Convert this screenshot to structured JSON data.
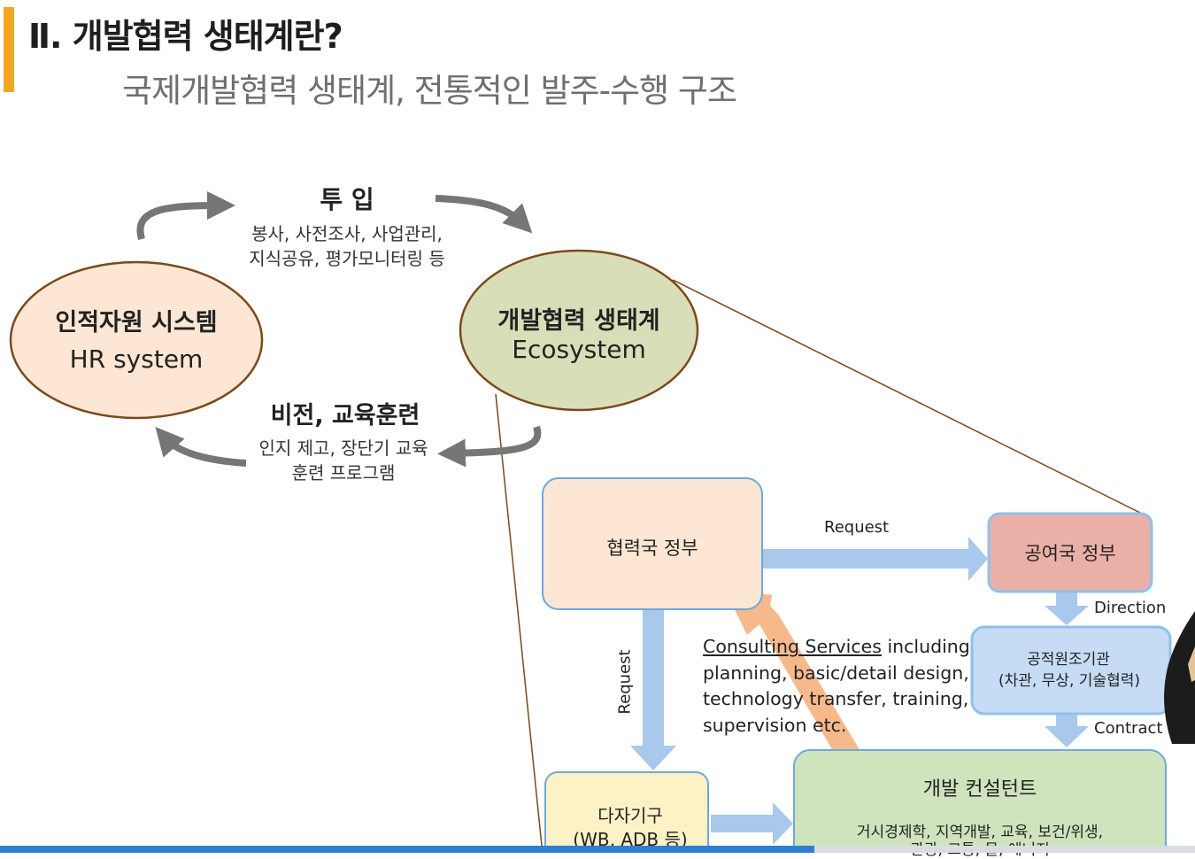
{
  "slide": {
    "title": "Ⅱ. 개발협력 생태계란?",
    "subtitle": "국제개발협력 생태계, 전통적인 발주-수행 구조"
  },
  "cycle": {
    "hr_node": {
      "line1": "인적자원 시스템",
      "line2": "HR system"
    },
    "eco_node": {
      "line1": "개발협력 생태계",
      "line2": "Ecosystem"
    },
    "input_label": {
      "heading": "투 입",
      "line1": "봉사, 사전조사, 사업관리,",
      "line2": "지식공유, 평가모니터링 등"
    },
    "vision_label": {
      "heading": "비전, 교육훈련",
      "line1": "인지 제고, 장단기 교육",
      "line2": "훈련 프로그램"
    }
  },
  "structure": {
    "partner_gov": "협력국 정부",
    "donor_gov": "공여국 정부",
    "oda_agency": {
      "line1": "공적원조기관",
      "line2": "(차관, 무상, 기술협력)"
    },
    "multilateral": {
      "line1": "다자기구",
      "line2": "(WB, ADB 등)"
    },
    "consultant": {
      "title": "개발 컨설턴트",
      "line1": "거시경제학, 지역개발, 교육, 보건/위생,",
      "line2": "관광, 교통, 물, 에너지"
    },
    "labels": {
      "request_top": "Request",
      "request_vertical": "Request",
      "direction": "Direction",
      "contract": "Contract"
    },
    "consulting_services": {
      "line1_underlined": "Consulting Services",
      "line1_rest": " including",
      "line2": "planning, basic/detail design,",
      "line3": "technology transfer, training,",
      "line4": "supervision etc."
    }
  },
  "colors": {
    "accent": "#f2a51f",
    "hr_fill": "#fde6d4",
    "eco_fill": "#d8dfb8",
    "ellipse_stroke": "#7a4a1c",
    "box_border": "#6fa8dc",
    "arrow_blue": "#a8c8ec",
    "arrow_orange": "#f6b98c",
    "cycle_arrow": "#767676"
  }
}
